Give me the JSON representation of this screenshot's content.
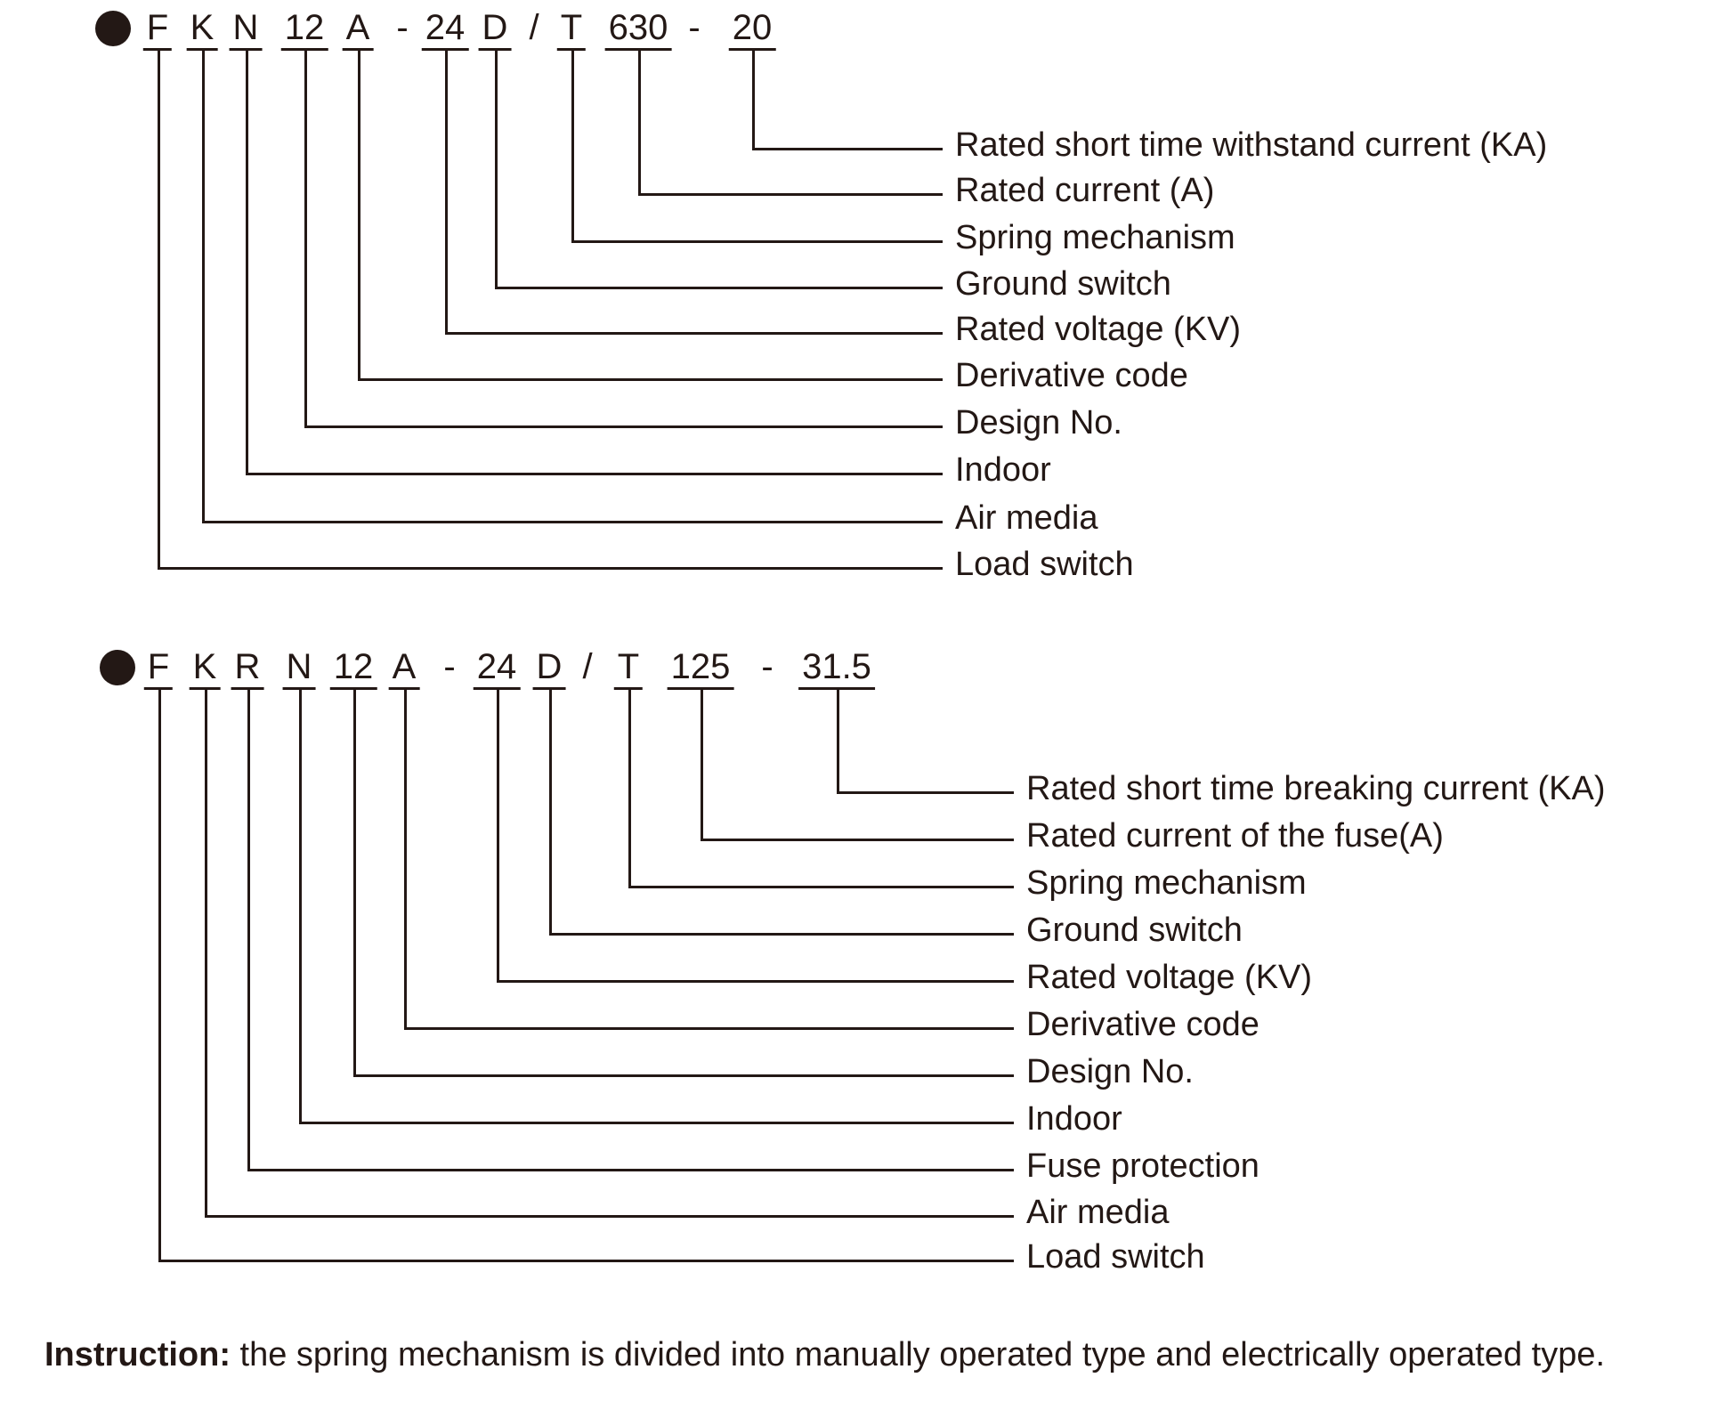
{
  "colors": {
    "ink": "#231815",
    "background": "#ffffff"
  },
  "diagrams": [
    {
      "name": "load-switch-model-code",
      "bullet_icon": "filled-circle-bullet",
      "code_tokens": [
        {
          "text": "F",
          "underlined": true
        },
        {
          "text": "K",
          "underlined": true
        },
        {
          "text": "N",
          "underlined": true
        },
        {
          "text": "12",
          "underlined": true
        },
        {
          "text": "A",
          "underlined": true
        },
        {
          "text": "-",
          "underlined": false
        },
        {
          "text": "24",
          "underlined": true
        },
        {
          "text": "D",
          "underlined": true
        },
        {
          "text": "/",
          "underlined": false
        },
        {
          "text": "T",
          "underlined": true
        },
        {
          "text": "630",
          "underlined": true
        },
        {
          "text": "-",
          "underlined": false
        },
        {
          "text": "20",
          "underlined": true
        }
      ],
      "labels": [
        "Rated short time withstand current (KA)",
        "Rated current (A)",
        "Spring mechanism",
        "Ground switch",
        "Rated voltage (KV)",
        "Derivative code",
        "Design No.",
        "Indoor",
        "Air media",
        "Load switch"
      ]
    },
    {
      "name": "fused-load-switch-model-code",
      "bullet_icon": "filled-circle-bullet",
      "code_tokens": [
        {
          "text": "F",
          "underlined": true
        },
        {
          "text": "K",
          "underlined": true
        },
        {
          "text": "R",
          "underlined": true
        },
        {
          "text": "N",
          "underlined": true
        },
        {
          "text": "12",
          "underlined": true
        },
        {
          "text": "A",
          "underlined": true
        },
        {
          "text": "-",
          "underlined": false
        },
        {
          "text": "24",
          "underlined": true
        },
        {
          "text": "D",
          "underlined": true
        },
        {
          "text": "/",
          "underlined": false
        },
        {
          "text": "T",
          "underlined": true
        },
        {
          "text": "125",
          "underlined": true
        },
        {
          "text": "-",
          "underlined": false
        },
        {
          "text": "31.5",
          "underlined": true
        }
      ],
      "labels": [
        "Rated short time breaking current (KA)",
        "Rated current of the fuse(A)",
        "Spring mechanism",
        "Ground switch",
        "Rated voltage (KV)",
        "Derivative code",
        "Design No.",
        "Indoor",
        "Fuse protection",
        "Air media",
        "Load switch"
      ]
    }
  ],
  "instruction": {
    "label": "Instruction:",
    "text": " the spring mechanism is divided into manually operated type and electrically operated type."
  }
}
